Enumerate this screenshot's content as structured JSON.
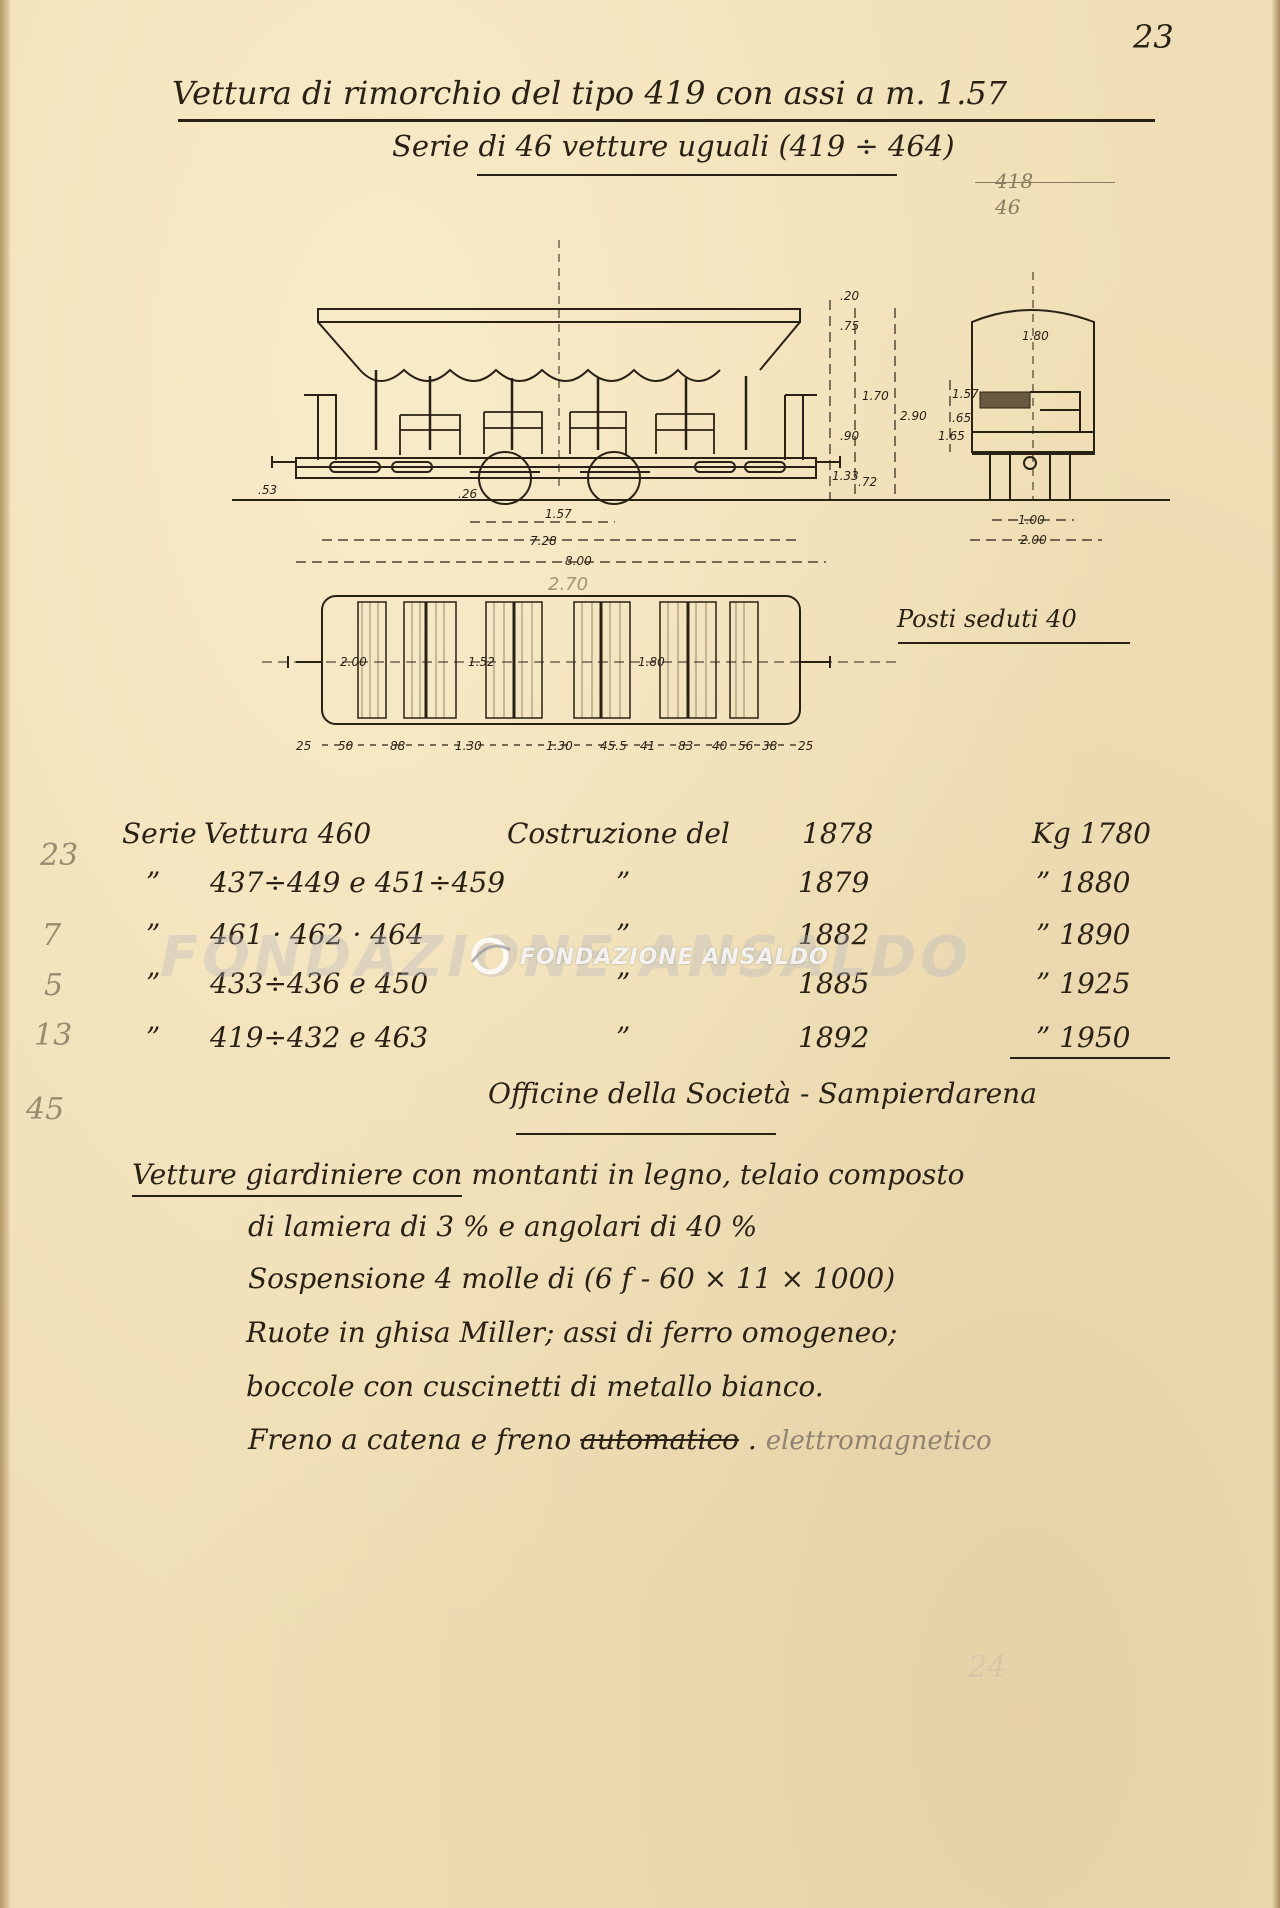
{
  "page_number": "23",
  "title": "Vettura di rimorchio del tipo 419   con assi a m. 1.57",
  "subtitle": "Serie di 46 vetture uguali (419 ÷ 464)",
  "pencil_fraction": {
    "top": "418",
    "bottom": "46"
  },
  "drawing": {
    "dims_side": [
      "1.57",
      "7.28",
      "8.00",
      "2.70",
      ".20",
      ".75",
      "1.70",
      "2.90",
      ".90",
      "1.33",
      ".72",
      ".65",
      ".53",
      ".26"
    ],
    "dims_end": [
      "1.80",
      "1.57",
      "1.65",
      "1.00",
      "2.00"
    ],
    "dims_plan": [
      "2.00",
      "1.52",
      "1.80"
    ],
    "dims_bottom": [
      "25",
      "50",
      "88",
      "1.30",
      "1.30",
      "45.5",
      "41",
      "83",
      "40",
      "56",
      "38",
      "25"
    ],
    "seated_label": "Posti seduti 40"
  },
  "table": {
    "rows": [
      {
        "serie": "Serie",
        "vettura": "Vettura 460",
        "costruzione": "Costruzione del",
        "anno": "1878",
        "kg": "Kg 1780"
      },
      {
        "serie": "”",
        "vettura": "437÷449 e 451÷459",
        "costruzione": "”",
        "anno": "1879",
        "kg": "” 1880"
      },
      {
        "serie": "”",
        "vettura": "461 · 462 · 464",
        "costruzione": "”",
        "anno": "1882",
        "kg": "” 1890"
      },
      {
        "serie": "”",
        "vettura": "433÷436 e 450",
        "costruzione": "”",
        "anno": "1885",
        "kg": "” 1925"
      },
      {
        "serie": "”",
        "vettura": "419÷432 e 463",
        "costruzione": "”",
        "anno": "1892",
        "kg": "” 1950"
      }
    ]
  },
  "officine": "Officine della Società - Sampierdarena",
  "description": {
    "line1_underlined": "Vetture giardiniere",
    "line1_rest": " con montanti in legno, telaio composto",
    "line2": "di lamiera di 3 % e angolari di 40 %",
    "line3": "Sospensione 4 molle di (6 f - 60 × 11 × 1000)",
    "line4": "Ruote in ghisa Miller; assi di ferro omogeneo;",
    "line5": "boccole con cuscinetti di metallo bianco.",
    "line6_prefix": "Freno a catena e freno ",
    "line6_struck": "automatico",
    "line6_suffix": " .",
    "line6_pencil": "elettromagnetico"
  },
  "margin_notes": [
    "23",
    "7",
    "5",
    "13",
    "45"
  ],
  "watermark": {
    "main": "FONDAZIONE ANSALDO",
    "logo_text": "FONDAZIONE ANSALDO"
  },
  "pencil_bottom": "24"
}
